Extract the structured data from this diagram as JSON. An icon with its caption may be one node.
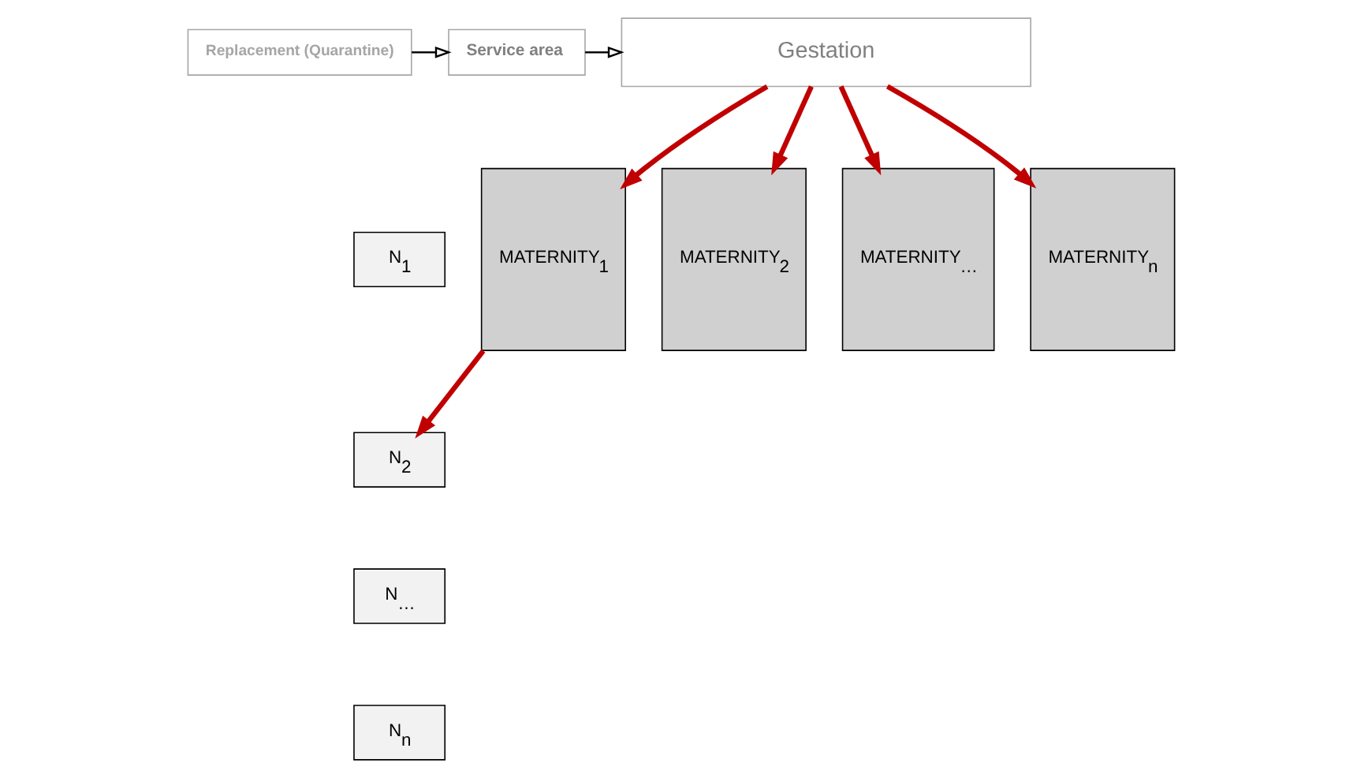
{
  "diagram": {
    "nodes": [
      {
        "text": [
          "Replacement (Quarantine)"
        ]
      },
      {
        "text": [
          "Service area"
        ]
      },
      {
        "text": [
          "Gestation"
        ]
      },
      {
        "text": [
          "MATERNITY$_{1}$"
        ]
      },
      {
        "text": [
          "MATERNITY$_{2}$"
        ]
      },
      {
        "text": [
          "MATERNITY$_{…}$"
        ]
      },
      {
        "text": [
          "MATERNITY$_{n}$"
        ]
      },
      {
        "text": [
          "N$_{1}$"
        ]
      },
      {
        "text": [
          "N$_{2}$"
        ]
      },
      {
        "text": [
          "N$_{…}$"
        ]
      },
      {
        "text": [
          "N$_{n}$"
        ]
      }
    ],
    "edges": [
      {
        "from": 0,
        "to": 1,
        "arrow": "to",
        "color": "#000000"
      },
      {
        "from": 1,
        "to": 2,
        "arrow": "to",
        "color": "#000000"
      },
      {
        "from": 2,
        "to": 3,
        "arrow": "to"
      },
      {
        "from": 2,
        "to": 4,
        "arrow": "to"
      },
      {
        "from": 2,
        "to": 5,
        "arrow": "to"
      },
      {
        "from": 2,
        "to": 6,
        "arrow": "to"
      },
      {
        "from": 3,
        "to": 8,
        "arrow": "to"
      }
    ]
  }
}
